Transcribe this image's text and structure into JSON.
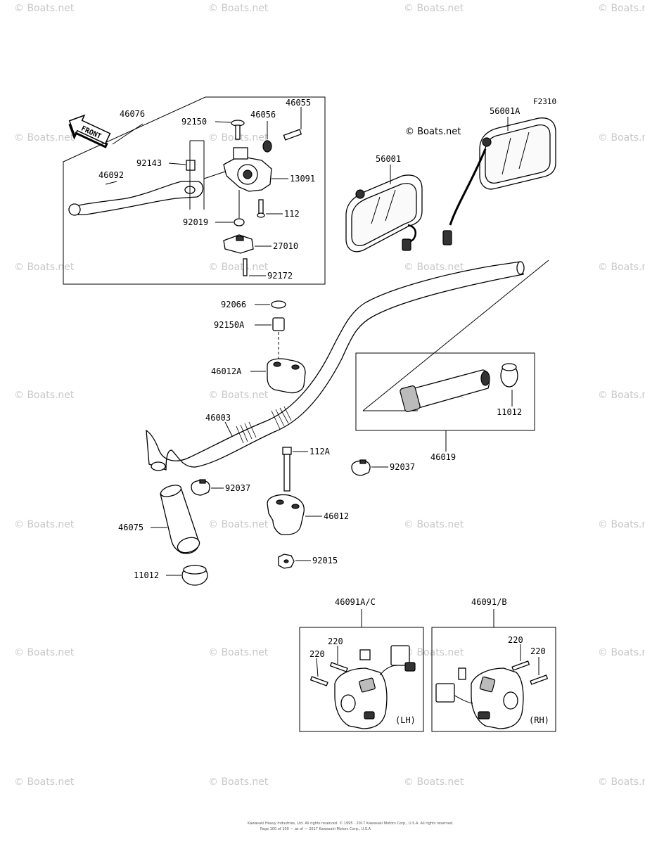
{
  "diagram_code": "F2310",
  "watermark_text": "© Boats.net",
  "copyright_text": "© Boats.net",
  "front_label": "FRONT",
  "footer_lines": [
    "Kawasaki Heavy Industries, Ltd. All rights reserved. © 1995 - 2017 Kawasaki Motors Corp., U.S.A. All rights reserved.",
    "Page 100 of 100 — as of — 2017 Kawasaki Motors Corp., U.S.A."
  ],
  "parts": {
    "p46076": "46076",
    "p46055": "46055",
    "p92150": "92150",
    "p46056": "46056",
    "p92143": "92143",
    "p46092": "46092",
    "p13091": "13091",
    "p112": "112",
    "p92019": "92019",
    "p27010": "27010",
    "p92172": "92172",
    "p56001": "56001",
    "p56001A": "56001A",
    "p92066": "92066",
    "p92150A": "92150A",
    "p46012A": "46012A",
    "p46003": "46003",
    "p11012_right": "11012",
    "p46019": "46019",
    "p112A": "112A",
    "p92037_right": "92037",
    "p92037_left": "92037",
    "p46075": "46075",
    "p46012": "46012",
    "p92015": "92015",
    "p11012_left": "11012",
    "p46091AC": "46091A/C",
    "p46091B": "46091/B",
    "p220_lh_a": "220",
    "p220_lh_b": "220",
    "p220_rh_a": "220",
    "p220_rh_b": "220",
    "lh": "(LH)",
    "rh": "(RH)"
  }
}
